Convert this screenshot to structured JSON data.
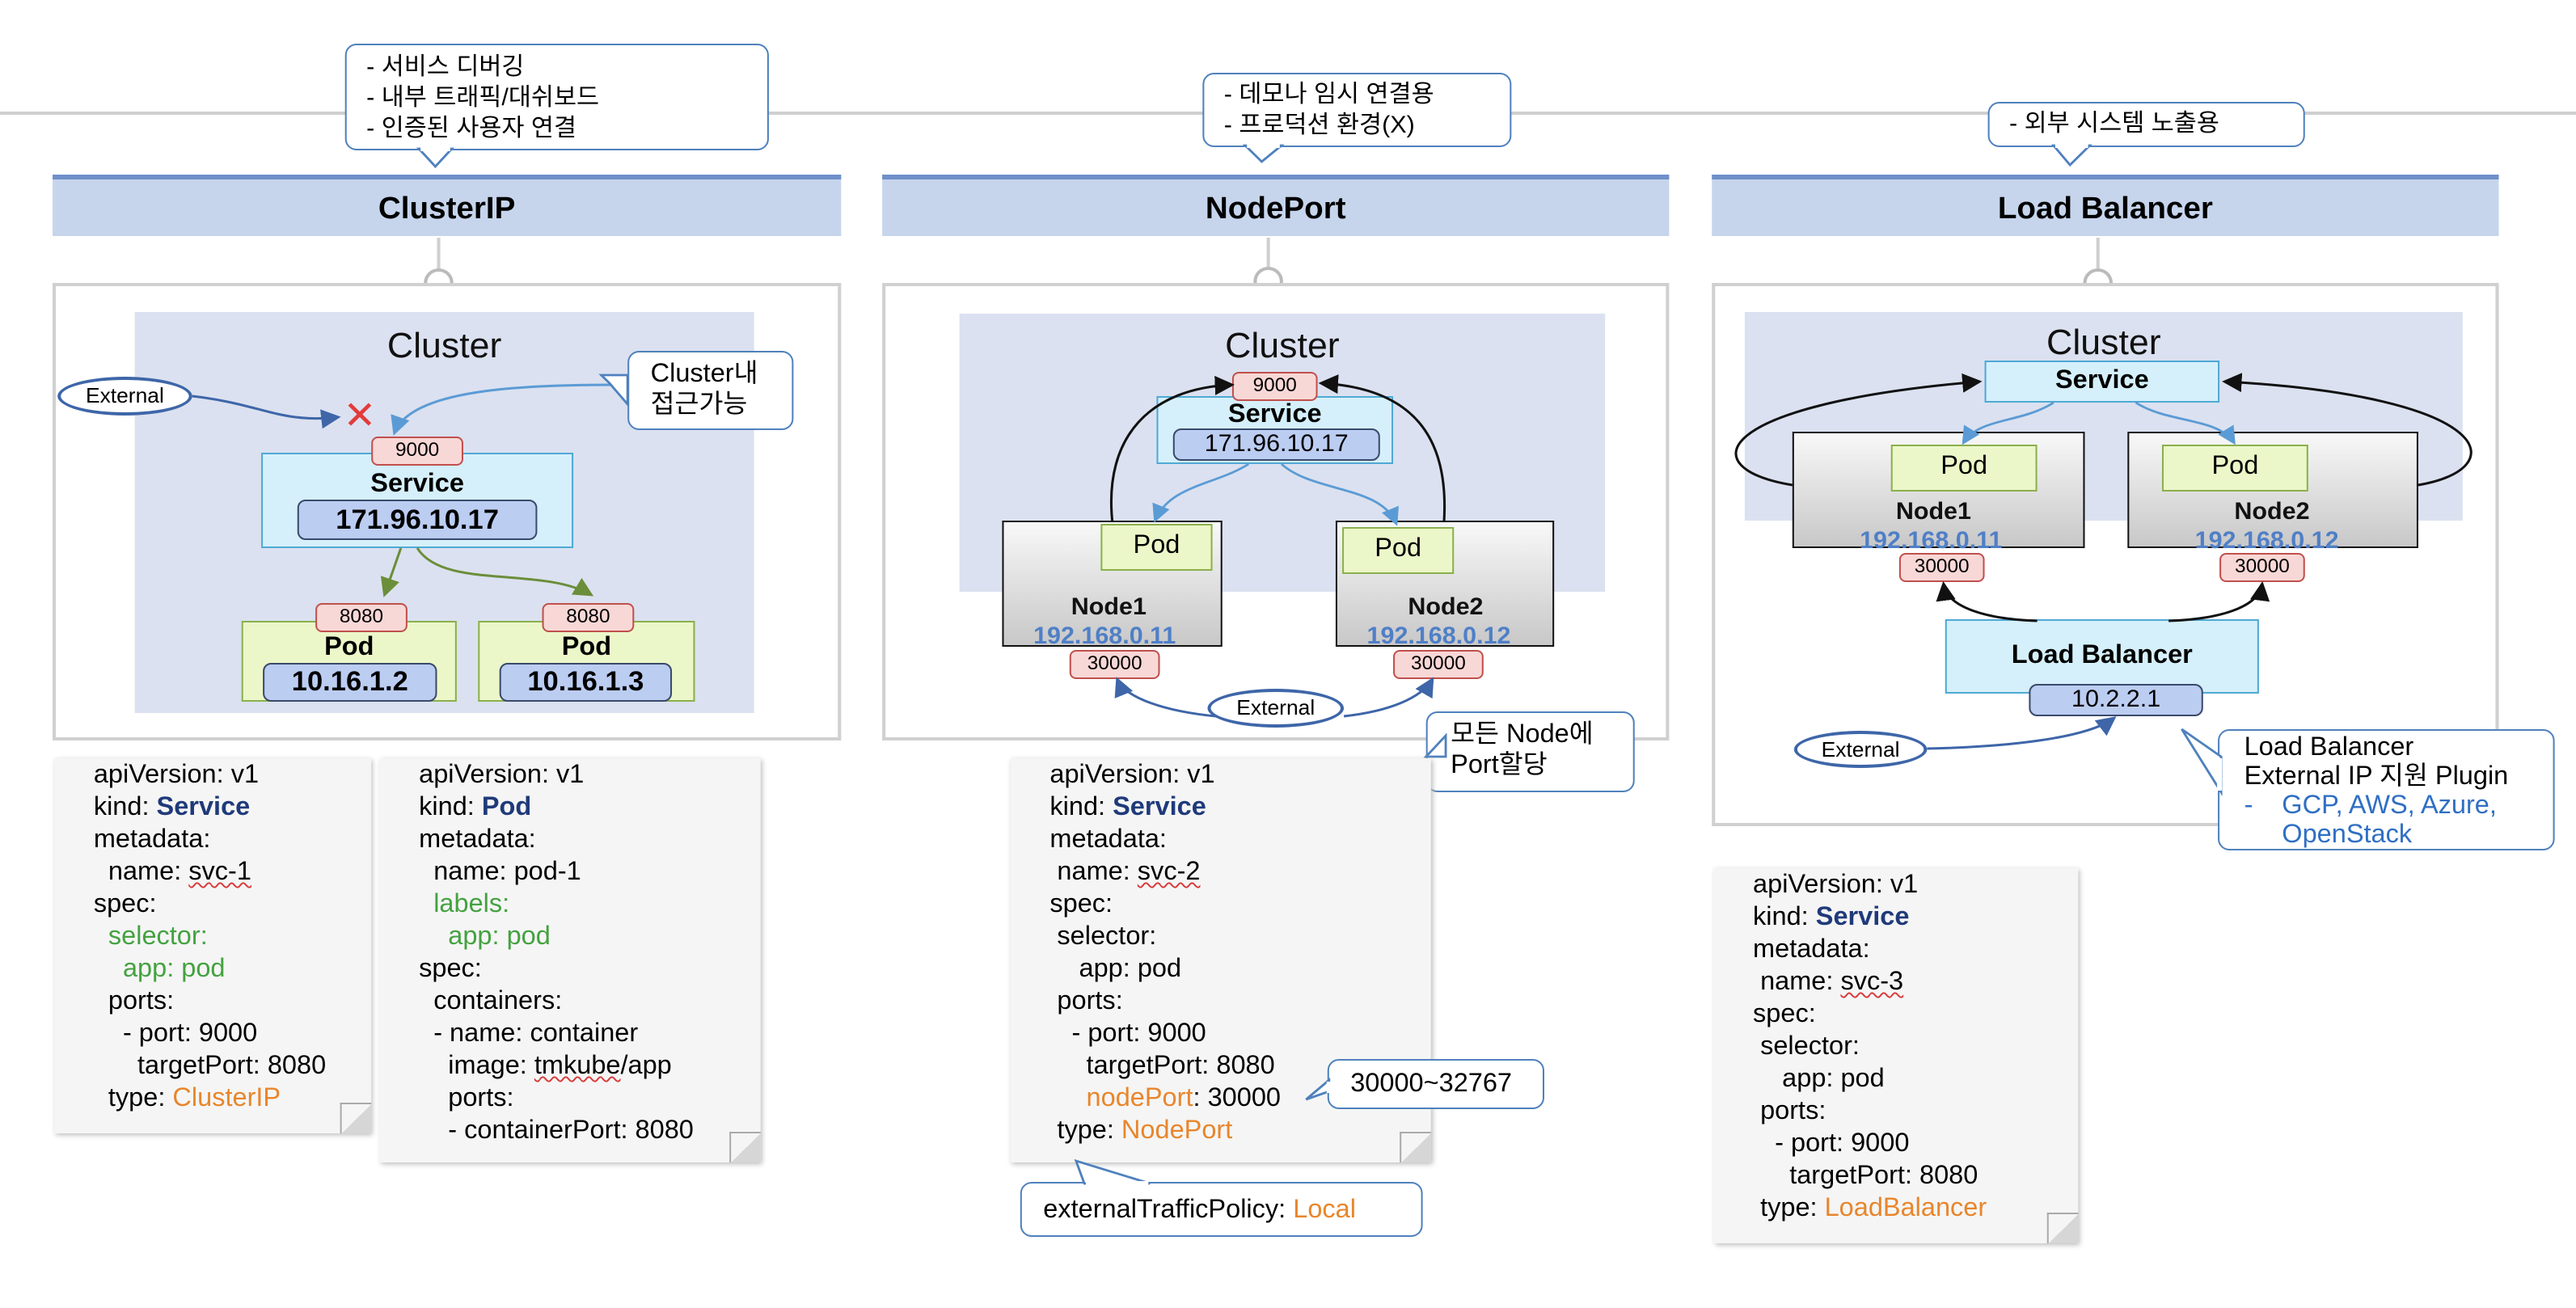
{
  "top_callouts": {
    "clusterip": [
      "- 서비스 디버깅",
      "- 내부 트래픽/대쉬보드",
      "- 인증된 사용자 연결"
    ],
    "nodeport": [
      "- 데모나 임시 연결용",
      "- 프로덕션 환경(X)"
    ],
    "loadbalancer": [
      "- 외부 시스템 노출용"
    ]
  },
  "headers": {
    "clusterip": "ClusterIP",
    "nodeport": "NodePort",
    "loadbalancer": "Load Balancer"
  },
  "clusterip": {
    "cluster_title": "Cluster",
    "external": "External",
    "callout": [
      "Cluster내",
      "접근가능"
    ],
    "service_port": "9000",
    "service_label": "Service",
    "service_ip": "171.96.10.17",
    "pods": [
      {
        "port": "8080",
        "label": "Pod",
        "ip": "10.16.1.2"
      },
      {
        "port": "8080",
        "label": "Pod",
        "ip": "10.16.1.3"
      }
    ]
  },
  "nodeport": {
    "cluster_title": "Cluster",
    "service_port": "9000",
    "service_label": "Service",
    "service_ip": "171.96.10.17",
    "pod_label": "Pod",
    "nodes": [
      {
        "name": "Node1",
        "ip": "192.168.0.11",
        "port": "30000"
      },
      {
        "name": "Node2",
        "ip": "192.168.0.12",
        "port": "30000"
      }
    ],
    "external": "External",
    "callout": [
      "모든 Node에",
      "Port할당"
    ],
    "range_callout": "30000~32767",
    "policy_label": "externalTrafficPolicy: ",
    "policy_value": "Local"
  },
  "loadbalancer": {
    "cluster_title": "Cluster",
    "service_label": "Service",
    "pod_label": "Pod",
    "nodes": [
      {
        "name": "Node1",
        "ip": "192.168.0.11",
        "port": "30000"
      },
      {
        "name": "Node2",
        "ip": "192.168.0.12",
        "port": "30000"
      }
    ],
    "lb_label": "Load Balancer",
    "lb_ip": "10.2.2.1",
    "external": "External",
    "callout_lines": [
      "Load Balancer",
      "External IP 지원 Plugin"
    ],
    "callout_bullet": "-",
    "callout_plugins": [
      "GCP, AWS, Azure,",
      "OpenStack"
    ]
  },
  "yaml": {
    "svc1": [
      "apiVersion: v1",
      "kind: ",
      "Service",
      "metadata:",
      "  name: ",
      "svc-1",
      "spec:",
      "  selector:",
      "    app: pod",
      "  ports:",
      "    - port: 9000",
      "      targetPort: 8080",
      "  type: ",
      "ClusterIP"
    ],
    "pod1": [
      "apiVersion: v1",
      "kind: ",
      "Pod",
      "metadata:",
      "  name: pod-1",
      "  labels:",
      "    app: pod",
      "spec:",
      "  containers:",
      "  - name: container",
      "    image: ",
      "tmkube",
      "/app",
      "    ports:",
      "    - containerPort: 8080"
    ],
    "svc2": [
      "apiVersion: v1",
      "kind: ",
      "Service",
      "metadata:",
      " name: ",
      "svc-2",
      "spec:",
      " selector:",
      "    app: pod",
      " ports:",
      "   - port: 9000",
      "     targetPort: 8080",
      "     nodePort",
      ": 30000",
      " type: ",
      "NodePort"
    ],
    "svc3": [
      "apiVersion: v1",
      "kind: ",
      "Service",
      "metadata:",
      " name: ",
      "svc-3",
      "spec:",
      " selector:",
      "    app: pod",
      " ports:",
      "   - port: 9000",
      "     targetPort: 8080",
      " type: ",
      "LoadBalancer"
    ]
  }
}
